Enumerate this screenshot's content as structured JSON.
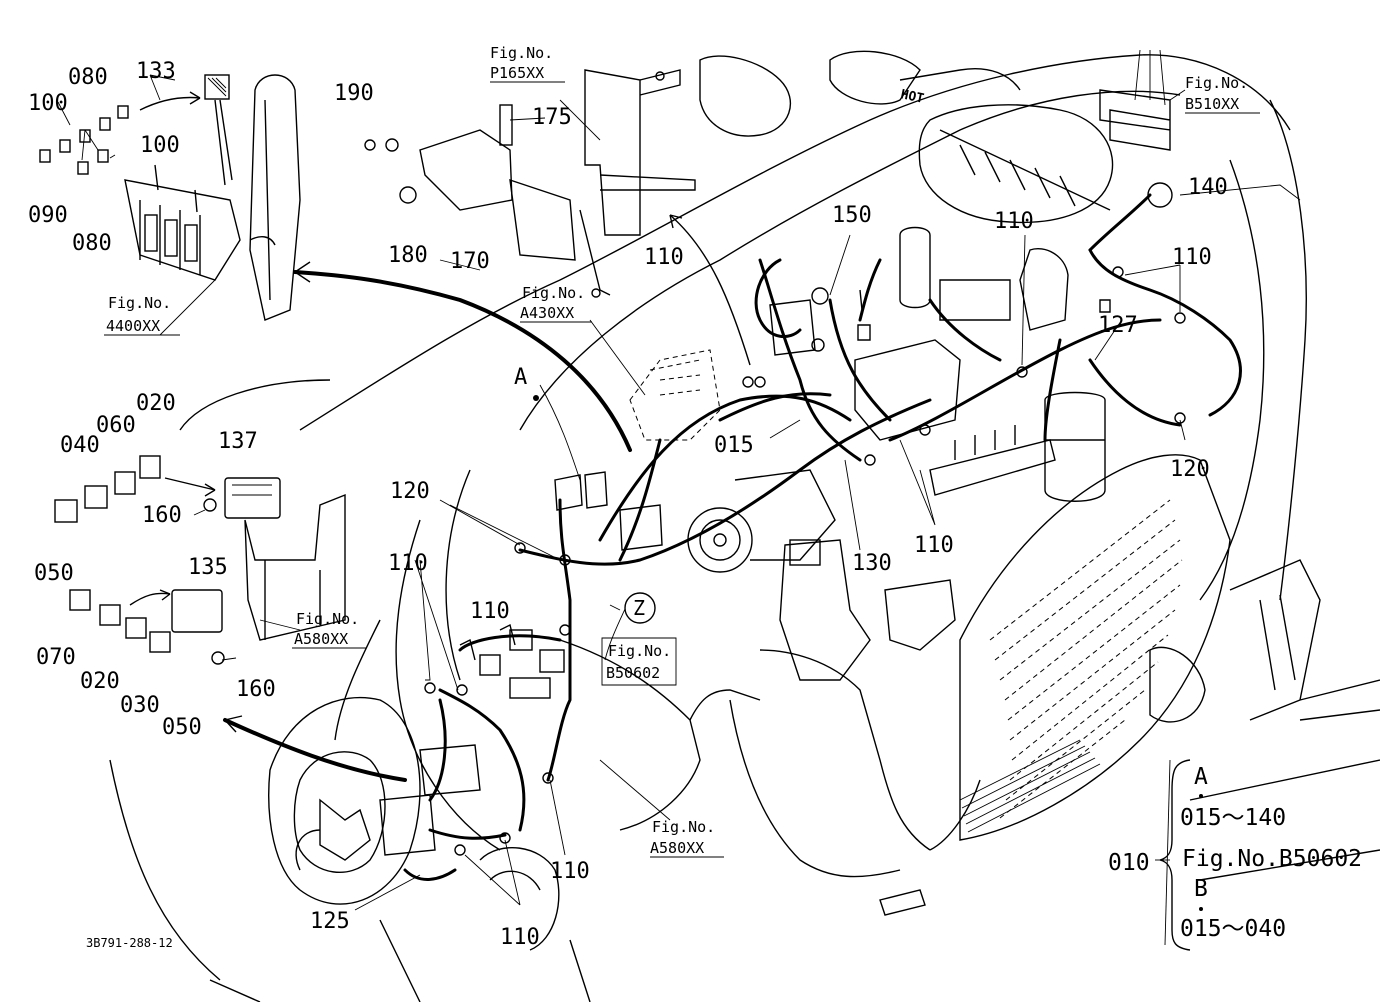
{
  "part_numbers": [
    {
      "id": "p133",
      "text": "133"
    },
    {
      "id": "p080a",
      "text": "080"
    },
    {
      "id": "p100a",
      "text": "100"
    },
    {
      "id": "p100b",
      "text": "100"
    },
    {
      "id": "p090",
      "text": "090"
    },
    {
      "id": "p080b",
      "text": "080"
    },
    {
      "id": "p190",
      "text": "190"
    },
    {
      "id": "p175",
      "text": "175"
    },
    {
      "id": "p180",
      "text": "180"
    },
    {
      "id": "p170",
      "text": "170"
    },
    {
      "id": "p110a",
      "text": "110"
    },
    {
      "id": "p150",
      "text": "150"
    },
    {
      "id": "p110b",
      "text": "110"
    },
    {
      "id": "p140",
      "text": "140"
    },
    {
      "id": "p110c",
      "text": "110"
    },
    {
      "id": "p127",
      "text": "127"
    },
    {
      "id": "p120a",
      "text": "120"
    },
    {
      "id": "p015",
      "text": "015"
    },
    {
      "id": "p020a",
      "text": "020"
    },
    {
      "id": "p060",
      "text": "060"
    },
    {
      "id": "p040",
      "text": "040"
    },
    {
      "id": "p137",
      "text": "137"
    },
    {
      "id": "p160a",
      "text": "160"
    },
    {
      "id": "p050a",
      "text": "050"
    },
    {
      "id": "p120b",
      "text": "120"
    },
    {
      "id": "p130",
      "text": "130"
    },
    {
      "id": "p110d",
      "text": "110"
    },
    {
      "id": "p110e",
      "text": "110"
    },
    {
      "id": "p110f",
      "text": "110"
    },
    {
      "id": "p135",
      "text": "135"
    },
    {
      "id": "p070",
      "text": "070"
    },
    {
      "id": "p020b",
      "text": "020"
    },
    {
      "id": "p030",
      "text": "030"
    },
    {
      "id": "p050b",
      "text": "050"
    },
    {
      "id": "p160b",
      "text": "160"
    },
    {
      "id": "p110g",
      "text": "110"
    },
    {
      "id": "p125",
      "text": "125"
    },
    {
      "id": "p110h",
      "text": "110"
    }
  ],
  "figure_refs": [
    {
      "id": "fP165",
      "label": "Fig.No.",
      "code": "P165XX"
    },
    {
      "id": "fB510",
      "label": "Fig.No.",
      "code": "B510XX"
    },
    {
      "id": "f4400",
      "label": "Fig.No.",
      "code": "4400XX"
    },
    {
      "id": "fA430",
      "label": "Fig.No.",
      "code": "A430XX"
    },
    {
      "id": "fA580a",
      "label": "Fig.No.",
      "code": "A580XX"
    },
    {
      "id": "fB506",
      "label": "Fig.No.",
      "code": "B50602"
    },
    {
      "id": "fA580b",
      "label": "Fig.No.",
      "code": "A580XX"
    }
  ],
  "callouts": {
    "a": "A",
    "z": "Z"
  },
  "legend": {
    "main": "010",
    "a_label": "A",
    "a_range": "015～140",
    "fig_ref": "Fig.No.B50602",
    "b_label": "B",
    "b_range": "015～040"
  },
  "drawing_code": "3B791-288-12",
  "engine_stamp": "HOT"
}
